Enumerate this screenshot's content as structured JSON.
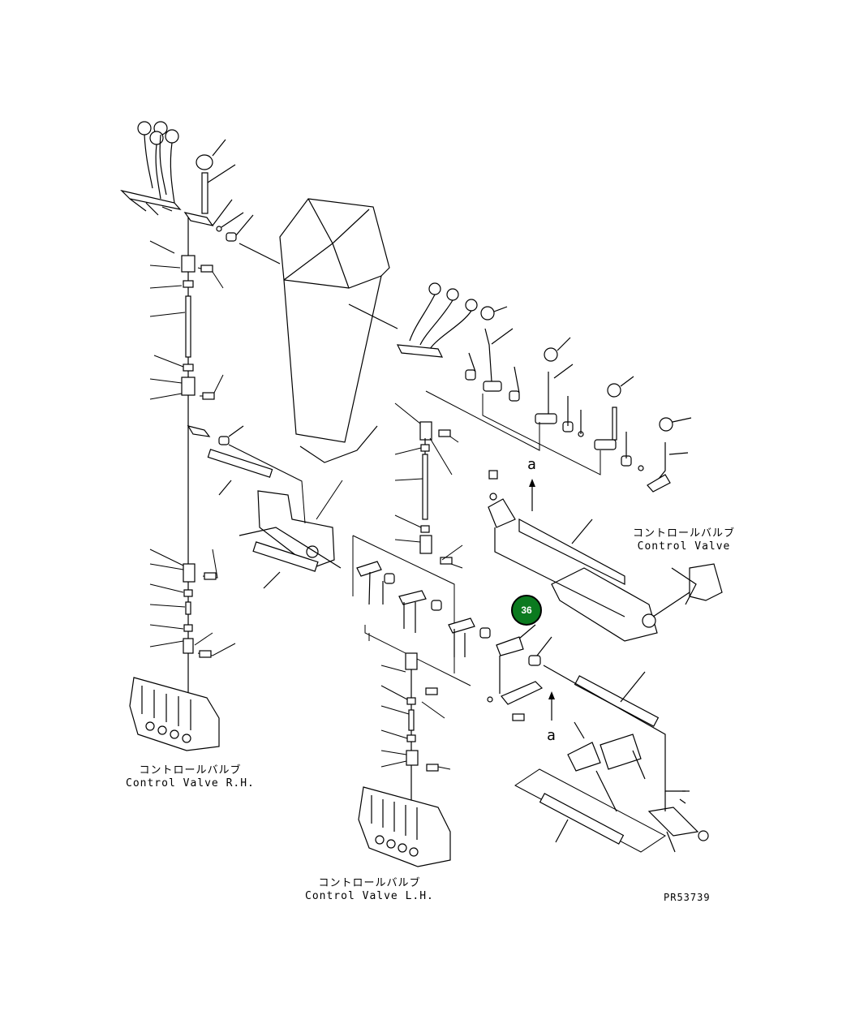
{
  "labels": {
    "control_valve_top_jp": "コントロールバルブ",
    "control_valve_top_en": "Control Valve",
    "control_valve_rh_jp": "コントロールバルブ",
    "control_valve_rh_en": "Control Valve R.H.",
    "control_valve_lh_jp": "コントロールバルブ",
    "control_valve_lh_en": "Control Valve L.H.",
    "view_mark_a_upper": "a",
    "view_mark_a_lower": "a",
    "drawing_number": "PR53739"
  },
  "callouts": [
    {
      "id": "36",
      "label": "36",
      "color": "#0b7a1f"
    }
  ]
}
